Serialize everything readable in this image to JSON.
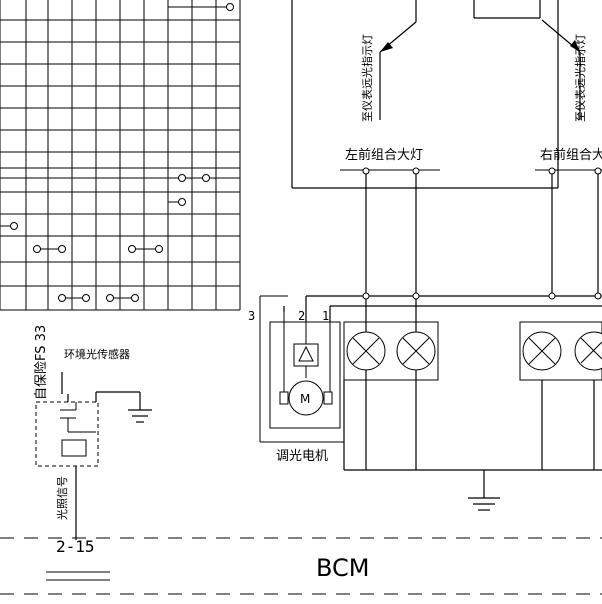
{
  "diagram": {
    "labels": {
      "left_vertical": "至仪表远光指示灯",
      "right_vertical": "至仪表远光指示灯",
      "left_headlamp": "左前组合大灯",
      "right_headlamp": "右前组合大灯",
      "ambient_sensor": "环境光传感器",
      "fuse": "自保险FS 33",
      "motor_label": "调光电机",
      "motor_symbol": "M",
      "pin_3": "3",
      "pin_2": "2",
      "pin_1": "1",
      "signal_label": "光照信号",
      "connector": "2-15",
      "bcm": "BCM"
    }
  }
}
